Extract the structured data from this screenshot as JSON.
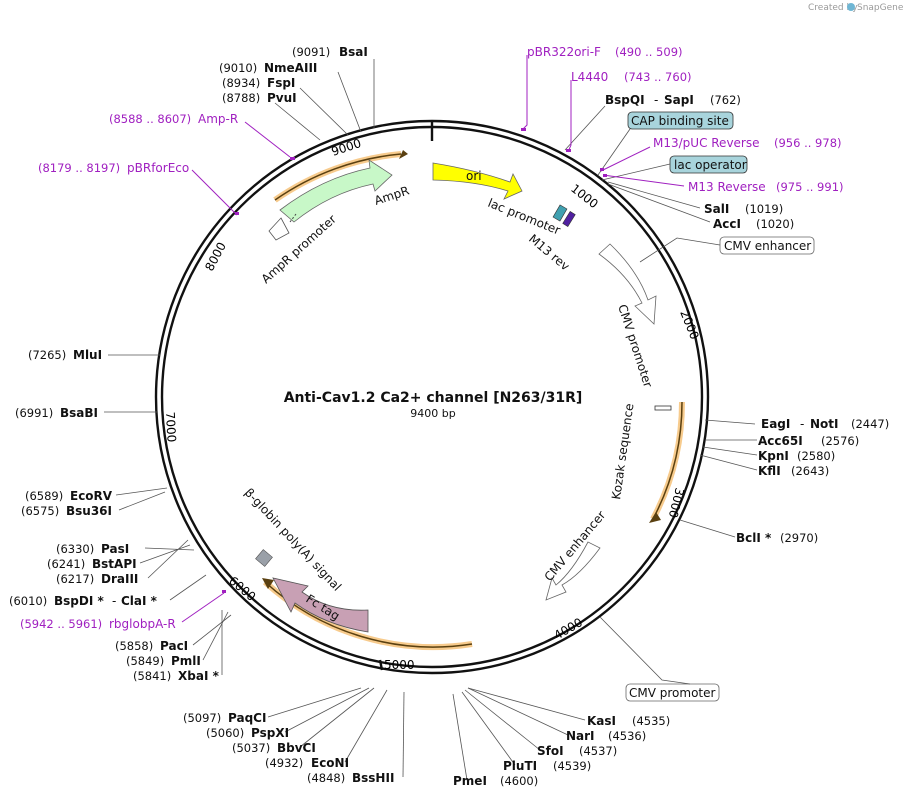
{
  "credit": {
    "prefix": "Created by",
    "brand": "SnapGene"
  },
  "map": {
    "title": "Anti-Cav1.2 Ca2+ channel [N263/31R]",
    "size": "9400 bp"
  },
  "ticks": [
    "1000",
    "2000",
    "3000",
    "4000",
    "5000",
    "6000",
    "7000",
    "8000",
    "9000"
  ],
  "features": {
    "ori": "ori",
    "ampr": "AmpR",
    "ampr_promoter": "AmpR promoter",
    "lac_promoter": "lac promoter",
    "m13_rev": "M13 rev",
    "cmv_promoter": "CMV promoter",
    "kozak": "Kozak sequence",
    "cmv_enhancer": "CMV enhancer",
    "fc_tag": "Fc tag",
    "globin": "β-globin poly(A) signal"
  },
  "callouts": {
    "cap": "CAP binding site",
    "lac_operator": "lac operator",
    "cmv_enhancer": "CMV enhancer",
    "cmv_promoter": "CMV promoter"
  },
  "primers": [
    {
      "name": "pBR322ori-F",
      "range": "(490 .. 509)"
    },
    {
      "name": "L4440",
      "range": "(743 .. 760)"
    },
    {
      "name": "M13/pUC Reverse",
      "range": "(956 .. 978)"
    },
    {
      "name": "M13 Reverse",
      "range": "(975 .. 991)"
    },
    {
      "name": "Amp-R",
      "range": "(8588 .. 8607)"
    },
    {
      "name": "pBRforEco",
      "range": "(8179 .. 8197)"
    },
    {
      "name": "rbglobpA-R",
      "range": "(5942 .. 5961)"
    }
  ],
  "enzymes": [
    {
      "name": "BsaI",
      "pos": "(9091)"
    },
    {
      "name": "NmeAIII",
      "pos": "(9010)"
    },
    {
      "name": "FspI",
      "pos": "(8934)"
    },
    {
      "name": "PvuI",
      "pos": "(8788)"
    },
    {
      "name": "BspQI",
      "name2": "SapI",
      "pos": "(762)"
    },
    {
      "name": "SalI",
      "pos": "(1019)"
    },
    {
      "name": "AccI",
      "pos": "(1020)"
    },
    {
      "name": "EagI",
      "name2": "NotI",
      "pos": "(2447)"
    },
    {
      "name": "Acc65I",
      "pos": "(2576)"
    },
    {
      "name": "KpnI",
      "pos": "(2580)"
    },
    {
      "name": "KflI",
      "pos": "(2643)"
    },
    {
      "name": "BclI *",
      "pos": "(2970)"
    },
    {
      "name": "KasI",
      "pos": "(4535)"
    },
    {
      "name": "NarI",
      "pos": "(4536)"
    },
    {
      "name": "SfoI",
      "pos": "(4537)"
    },
    {
      "name": "PluTI",
      "pos": "(4539)"
    },
    {
      "name": "PmeI",
      "pos": "(4600)"
    },
    {
      "name": "PaqCI",
      "pos": "(5097)"
    },
    {
      "name": "PspXI",
      "pos": "(5060)"
    },
    {
      "name": "BbvCI",
      "pos": "(5037)"
    },
    {
      "name": "EcoNI",
      "pos": "(4932)"
    },
    {
      "name": "BssHII",
      "pos": "(4848)"
    },
    {
      "name": "PacI",
      "pos": "(5858)"
    },
    {
      "name": "PmlI",
      "pos": "(5849)"
    },
    {
      "name": "XbaI *",
      "pos": "(5841)"
    },
    {
      "name": "BspDI *",
      "name2": "ClaI *",
      "pos": "(6010)"
    },
    {
      "name": "DraIII",
      "pos": "(6217)"
    },
    {
      "name": "BstAPI",
      "pos": "(6241)"
    },
    {
      "name": "PasI",
      "pos": "(6330)"
    },
    {
      "name": "EcoRV",
      "pos": "(6589)"
    },
    {
      "name": "Bsu36I",
      "pos": "(6575)"
    },
    {
      "name": "BsaBI",
      "pos": "(6991)"
    },
    {
      "name": "MluI",
      "pos": "(7265)"
    }
  ],
  "colors": {
    "primer": "#a020c0",
    "ori": "#ffff00",
    "ampr": "#c8f8c8",
    "fc_tag": "#c8a0b4",
    "callout": "#a8d4dc",
    "orange": "#f0a030"
  }
}
